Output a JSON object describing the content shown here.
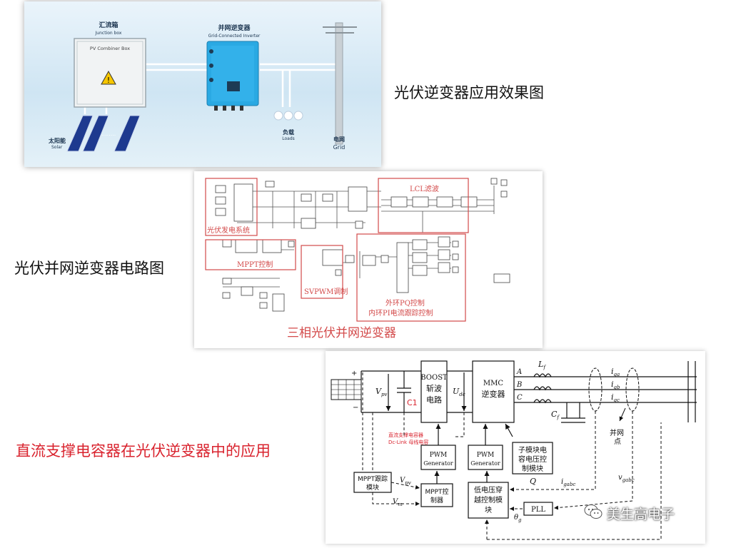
{
  "captions": {
    "effect": "光伏逆变器应用效果图",
    "circuit": "光伏并网逆变器电路图",
    "application": "直流支撑电容器在光伏逆变器中的应用"
  },
  "panel1": {
    "junction_box_cn": "汇流箱",
    "junction_box_en": "Junction box",
    "combiner_label": "PV Combiner Box",
    "inverter_cn": "并网逆变器",
    "inverter_en": "Grid-Connected Inverter",
    "loads_cn": "负载",
    "loads_en": "Loads",
    "grid_cn": "电网",
    "grid_en": "Grid",
    "solar_cn": "太阳能",
    "solar_en": "Solar",
    "dots": "........"
  },
  "panel2": {
    "pv_system": "光伏发电系统",
    "lcl": "LCL滤波",
    "mppt": "MPPT控制",
    "svpwm": "SVPWM调制",
    "pq_outer": "外环PQ控制",
    "pi_inner": "内环PI电流跟踪控制",
    "title": "三相光伏并网逆变器"
  },
  "panel3": {
    "boost": [
      "BOOST",
      "斩波",
      "电路"
    ],
    "mmc": [
      "MMC",
      "逆变器"
    ],
    "vpv": "V",
    "vpv_sub": "pv",
    "c1": "C1",
    "udc": "U",
    "udc_sub": "dc",
    "phase_a": "A",
    "phase_b": "B",
    "phase_c": "C",
    "lf": "L",
    "lf_sub": "f",
    "cf": "C",
    "cf_sub": "f",
    "iga": "i",
    "iga_sub": "ga",
    "igb": "i",
    "igb_sub": "gb",
    "igc": "i",
    "igc_sub": "gc",
    "grid_point": [
      "并网",
      "点"
    ],
    "cap_note_cn": "直流支撑电容器",
    "cap_note_en": "Dc-Link 母线电容",
    "pwm_gen": [
      "PWM",
      "Generator"
    ],
    "submodule": [
      "子模块电",
      "容电压控",
      "制模块"
    ],
    "mppt_track": [
      "MPPT跟踪",
      "模块"
    ],
    "mppt_ctrl": [
      "MPPT控",
      "制器"
    ],
    "lvrt": [
      "低电压穿",
      "越控制模",
      "块"
    ],
    "pll": "PLL",
    "q": "Q",
    "igabc": "i",
    "igabc_sub": "gabc",
    "vgabc": "v",
    "vgabc_sub": "gabc",
    "theta": "θ",
    "theta_sub": "g",
    "vm": "V",
    "vm_sub": "m",
    "vpv2": "V",
    "vpv2_sub": "pv"
  },
  "watermark": {
    "text": "美生高电子",
    "icon": "wechat-icon"
  }
}
